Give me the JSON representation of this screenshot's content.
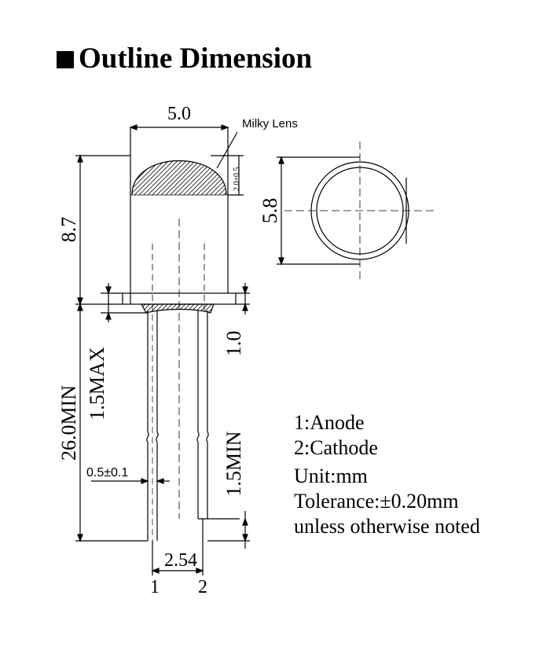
{
  "title": "Outline Dimension",
  "dimensions": {
    "lens_width": "5.0",
    "overall_height": "8.7",
    "flange_diameter": "5.8",
    "lead_length": "26.0MIN",
    "flange_max": "1.5MAX",
    "flange_thickness": "1.0",
    "lead_gap_min": "1.5MIN",
    "lead_width": "0.5±0.1",
    "lead_pitch": "2.54",
    "lens_tip": "2.0±0.5"
  },
  "labels": {
    "lens": "Milky Lens",
    "pin1": "1",
    "pin2": "2"
  },
  "notes": [
    "1:Anode",
    "2:Cathode",
    "Unit:mm",
    "Tolerance:±0.20mm",
    "unless otherwise noted"
  ],
  "colors": {
    "line": "#000000",
    "background": "#ffffff"
  }
}
